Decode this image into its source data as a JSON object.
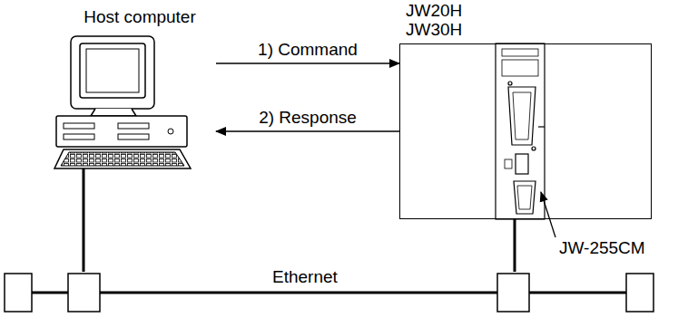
{
  "diagram": {
    "nodes": [
      {
        "text": [
          "Host computer"
        ]
      },
      {
        "text": [
          "JW20H",
          "JW30H"
        ]
      }
    ],
    "edges": [
      {
        "from": 0,
        "to": 1,
        "arrow": "to",
        "label": "1) Command"
      },
      {
        "from": 1,
        "to": 0,
        "arrow": "to",
        "label": "2) Response"
      }
    ],
    "labels": [
      "JW-255CM",
      "Ethernet"
    ]
  }
}
